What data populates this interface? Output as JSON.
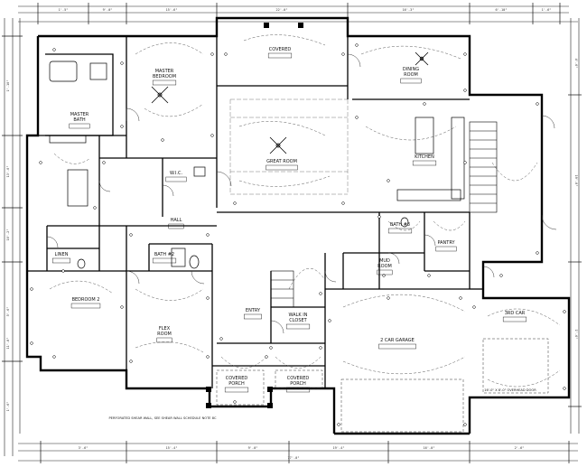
{
  "rooms": {
    "master_bedroom": "MASTER\nBEDROOM",
    "covered": "COVERED",
    "dining_room": "DINING\nROOM",
    "master_bath": "MASTER\nBATH",
    "great_room": "GREAT ROOM",
    "kitchen": "KITCHEN",
    "wic": "W.I.C.",
    "hall": "HALL",
    "bath_2": "BATH #2",
    "mud_room": "MUD\nROOM",
    "pantry": "PANTRY",
    "bath_3": "BATH #3",
    "linen": "LINEN",
    "bedroom_2": "BEDROOM 2",
    "flex_room": "FLEX\nROOM",
    "entry": "ENTRY",
    "walk_in_closet": "WALK IN\nCLOSET",
    "covered_porch_left": "COVERED\nPORCH",
    "covered_porch_right": "COVERED\nPORCH",
    "garage": "2 CAR GARAGE",
    "third_car": "3RD CAR"
  },
  "dimensions": {
    "top": [
      "1'-5\"",
      "9'-0\"",
      "15'-6\"",
      "22'-0\"",
      "16'-3\"",
      "6'-10\"",
      "1'-6\""
    ],
    "left": [
      "1'-10\"",
      "13'-0\"",
      "10'-2\"",
      "5'-6\"",
      "11'-8\"",
      "1'-6\""
    ],
    "bottom": [
      "3'-6\"",
      "15'-4\"",
      "9'-0\"",
      "19'-4\"",
      "16'-0\"",
      "2'-6\""
    ],
    "bottom_total": "77'-0\"",
    "right": [
      "4'-6\"",
      "19'-0\"",
      "1'-6\""
    ]
  },
  "notes": {
    "shear_wall": "PERFORATED SHEAR WALL, SEE SHEAR WALL SCHEDULE NOTE 8C",
    "overhead_door": "16'-0\" X 8'-0\" OVERHEAD DOOR"
  }
}
